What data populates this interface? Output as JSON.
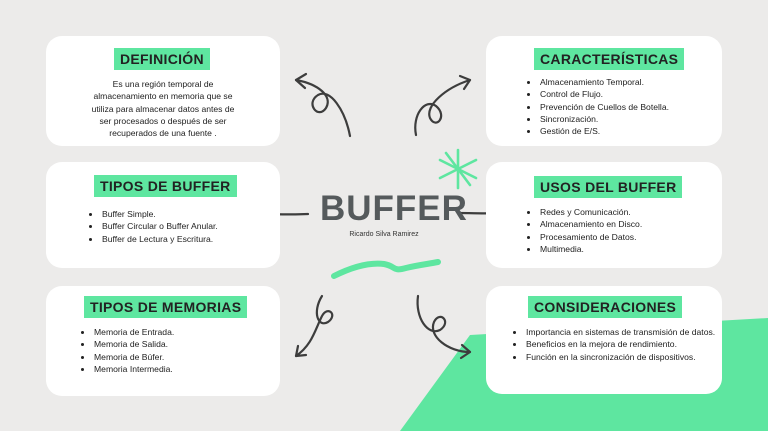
{
  "center": {
    "title": "BUFFER",
    "author": "Ricardo Silva Ramirez"
  },
  "definicion": {
    "title": "DEFINICIÓN",
    "lines": [
      "Es una región temporal de",
      "almacenamiento en memoria que se",
      "utiliza para almacenar datos antes de",
      "ser procesados o después de ser",
      "recuperados de una fuente ."
    ]
  },
  "caracteristicas": {
    "title": "CARACTERÍSTICAS",
    "items": [
      "Almacenamiento Temporal.",
      "Control de Flujo.",
      "Prevención de Cuellos de Botella.",
      "Sincronización.",
      "Gestión de E/S."
    ]
  },
  "tipos_buffer": {
    "title": "TIPOS DE BUFFER",
    "items": [
      "Buffer Simple.",
      "Buffer Circular o Buffer Anular.",
      "Buffer de Lectura y Escritura."
    ]
  },
  "usos_buffer": {
    "title": "USOS DEL BUFFER",
    "items": [
      "Redes y Comunicación.",
      "Almacenamiento en Disco.",
      "Procesamiento de Datos.",
      "Multimedia."
    ]
  },
  "tipos_memorias": {
    "title": "TIPOS DE MEMORIAS",
    "items": [
      "Memoria de Entrada.",
      "Memoria de Salida.",
      "Memoria de Búfer.",
      "Memoria Intermedia."
    ]
  },
  "consideraciones": {
    "title": "CONSIDERACIONES",
    "items": [
      "Importancia en sistemas de transmisión de datos.",
      "Beneficios en la mejora de rendimiento.",
      "Función en la sincronización de dispositivos."
    ]
  },
  "colors": {
    "accent": "#5ee6a0",
    "background": "#ecebea",
    "card": "#ffffff",
    "arrow": "#3d3d3d"
  }
}
